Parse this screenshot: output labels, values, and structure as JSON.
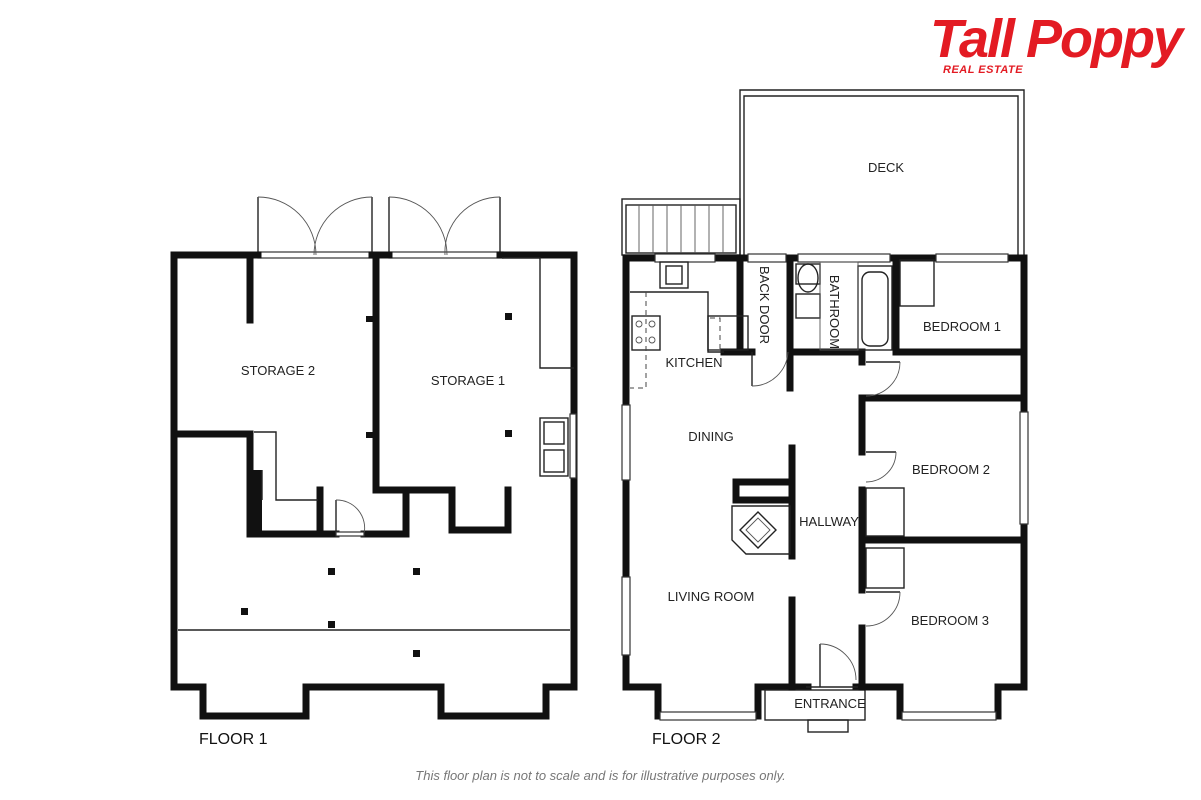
{
  "brand": {
    "name": "Tall Poppy",
    "tagline": "REAL ESTATE",
    "color": "#e31b23"
  },
  "floor1": {
    "label": "FLOOR 1",
    "rooms": {
      "storage2": "STORAGE 2",
      "storage1": "STORAGE 1"
    }
  },
  "floor2": {
    "label": "FLOOR 2",
    "rooms": {
      "deck": "DECK",
      "back_door": "BACK DOOR",
      "bathroom": "BATHROOM",
      "bedroom1": "BEDROOM 1",
      "kitchen": "KITCHEN",
      "dining": "DINING",
      "bedroom2": "BEDROOM 2",
      "hallway": "HALLWAY",
      "living_room": "LIVING ROOM",
      "bedroom3": "BEDROOM 3",
      "entrance": "ENTRANCE"
    }
  },
  "disclaimer": "This floor plan is not to scale and is for illustrative purposes only."
}
